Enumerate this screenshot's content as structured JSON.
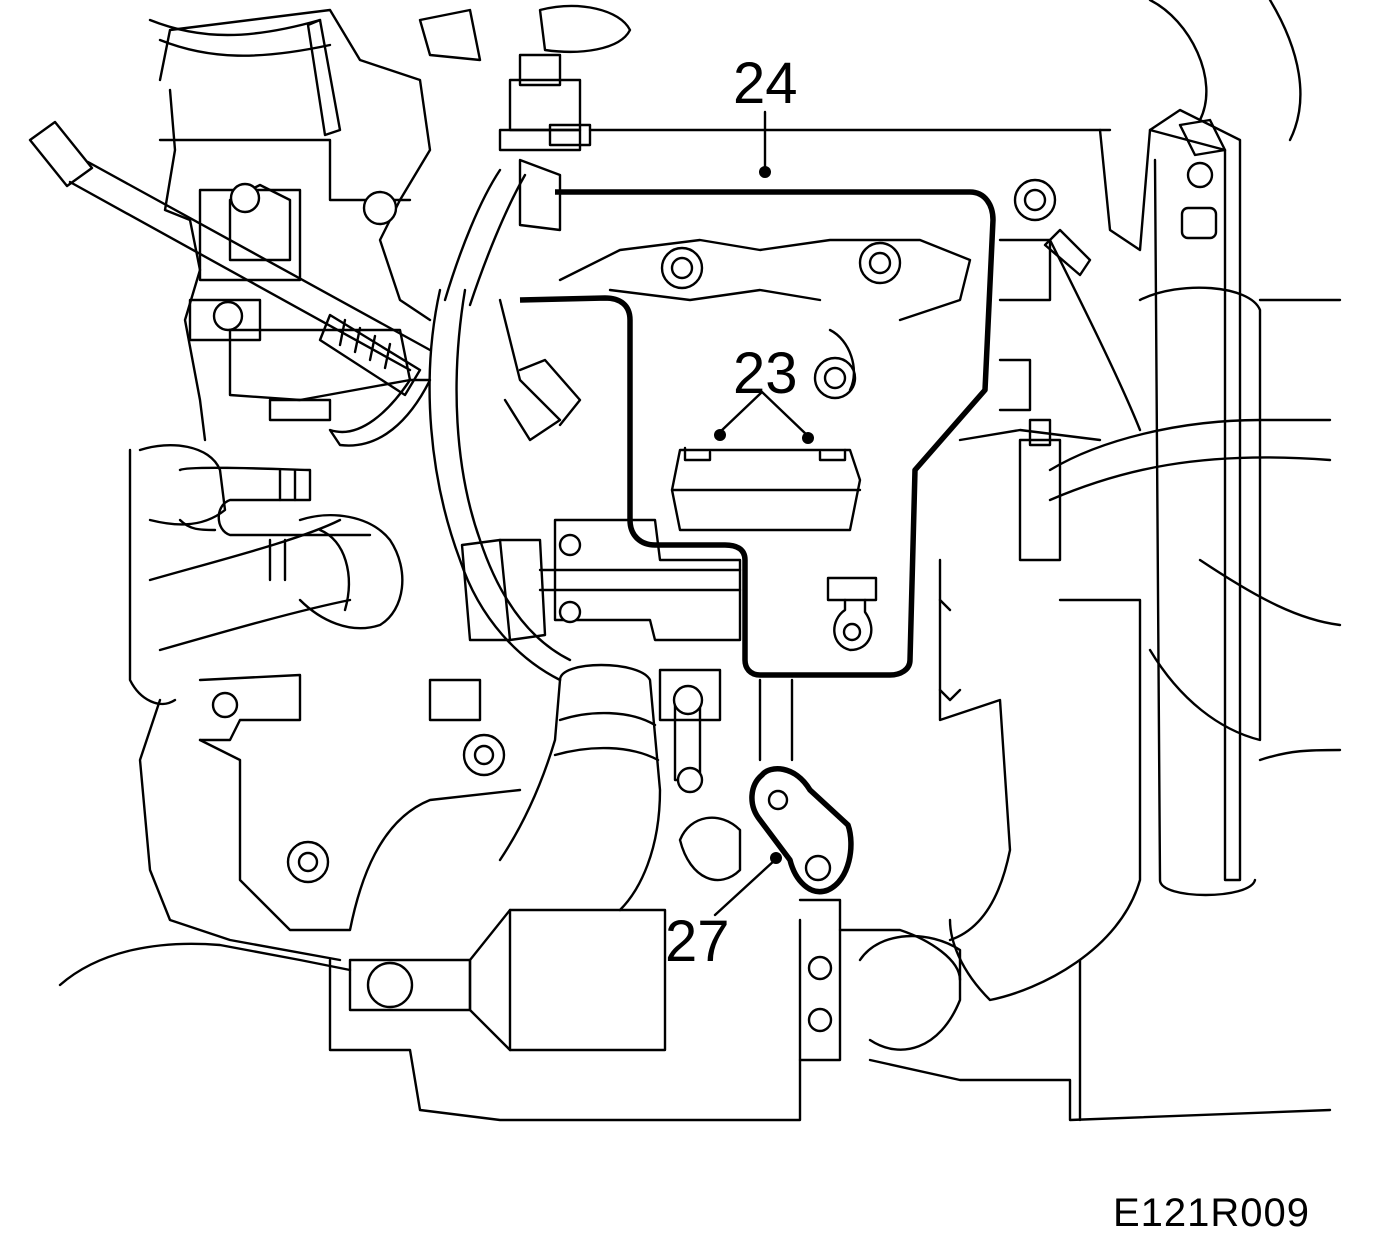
{
  "figure": {
    "reference_code": "E121R009",
    "callouts": {
      "c24": "24",
      "c23": "23",
      "c27": "27"
    },
    "colors": {
      "line": "#000000",
      "background": "#ffffff"
    }
  }
}
